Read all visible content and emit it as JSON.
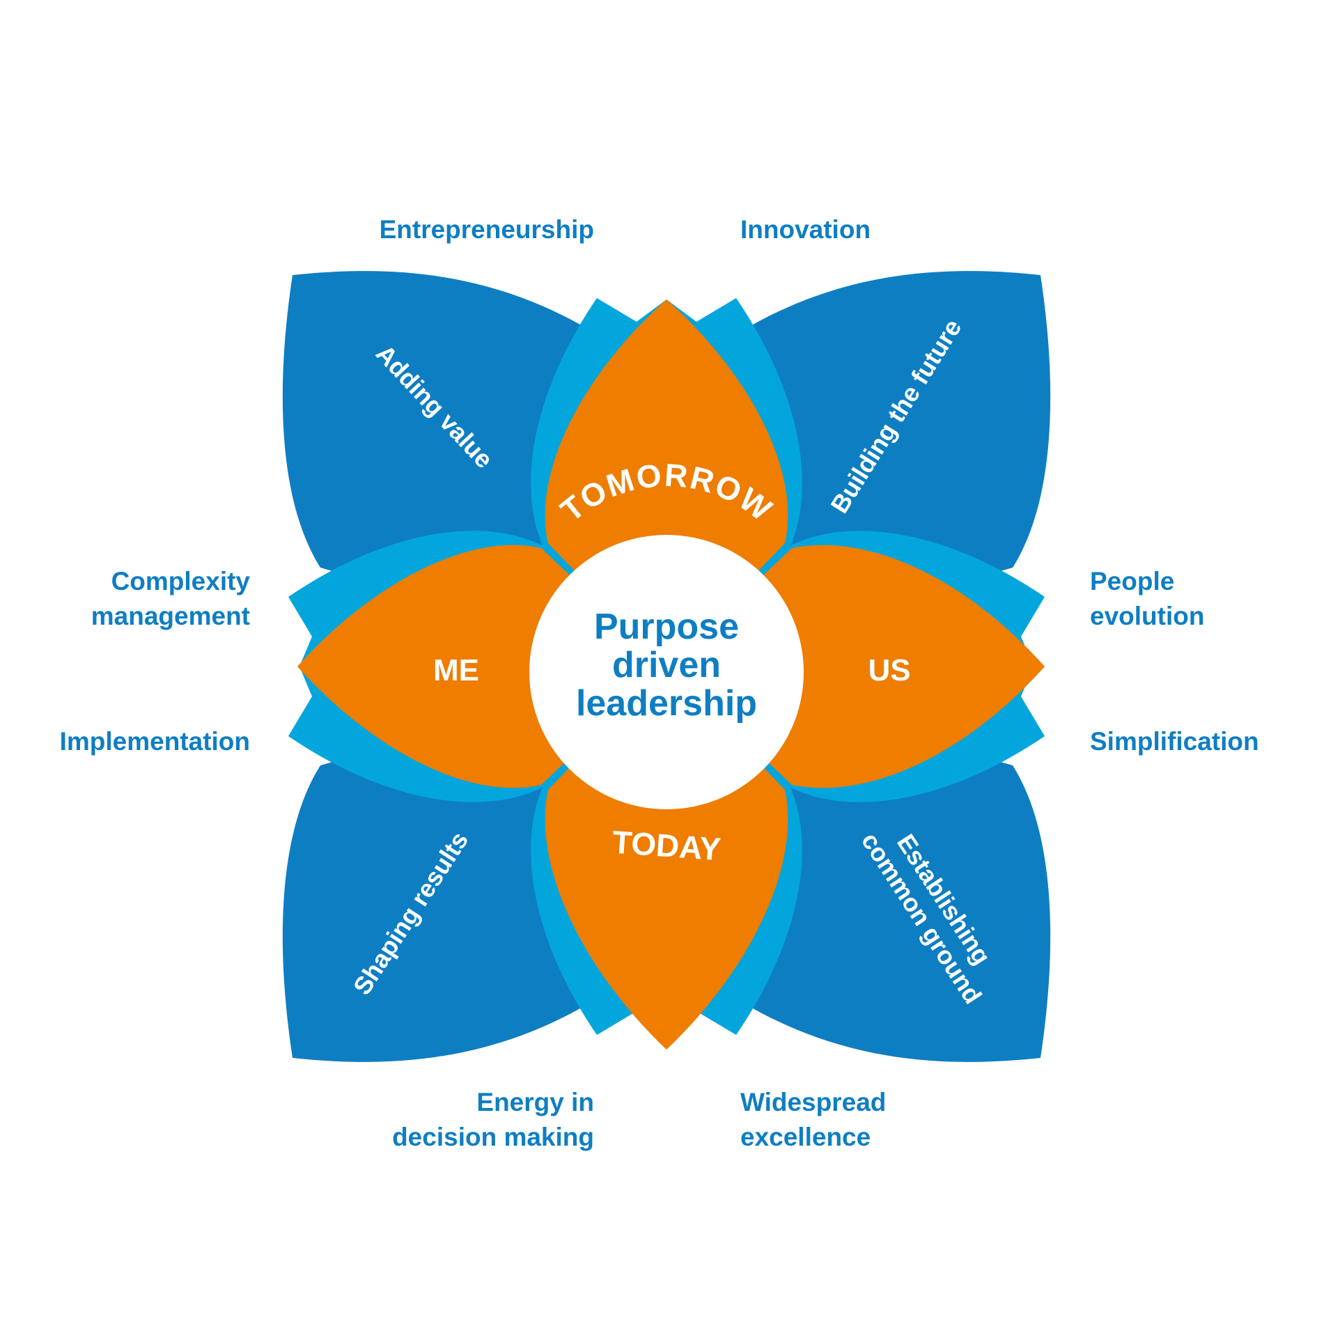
{
  "colors": {
    "dark_blue": "#0e7ec3",
    "light_blue": "#02a6dd",
    "orange": "#ee7d00",
    "white": "#ffffff",
    "label_blue": "#0e7ec3"
  },
  "center": {
    "lines": [
      "Purpose",
      "driven",
      "leadership"
    ]
  },
  "petals": {
    "top": "TOMORROW",
    "bottom": "TODAY",
    "left": "ME",
    "right": "US"
  },
  "leaves": {
    "top_left": [
      "Adding value"
    ],
    "top_right": [
      "Building the future"
    ],
    "bottom_left": [
      "Shaping results"
    ],
    "bottom_right": [
      "Establishing",
      "common ground"
    ]
  },
  "outer_labels": {
    "top_left": [
      "Entrepreneurship"
    ],
    "top_right": [
      "Innovation"
    ],
    "left_upper": [
      "Complexity",
      "management"
    ],
    "left_lower": [
      "Implementation"
    ],
    "right_upper": [
      "People",
      "evolution"
    ],
    "right_lower": [
      "Simplification"
    ],
    "bottom_left": [
      "Energy in",
      "decision making"
    ],
    "bottom_right": [
      "Widespread",
      "excellence"
    ]
  }
}
